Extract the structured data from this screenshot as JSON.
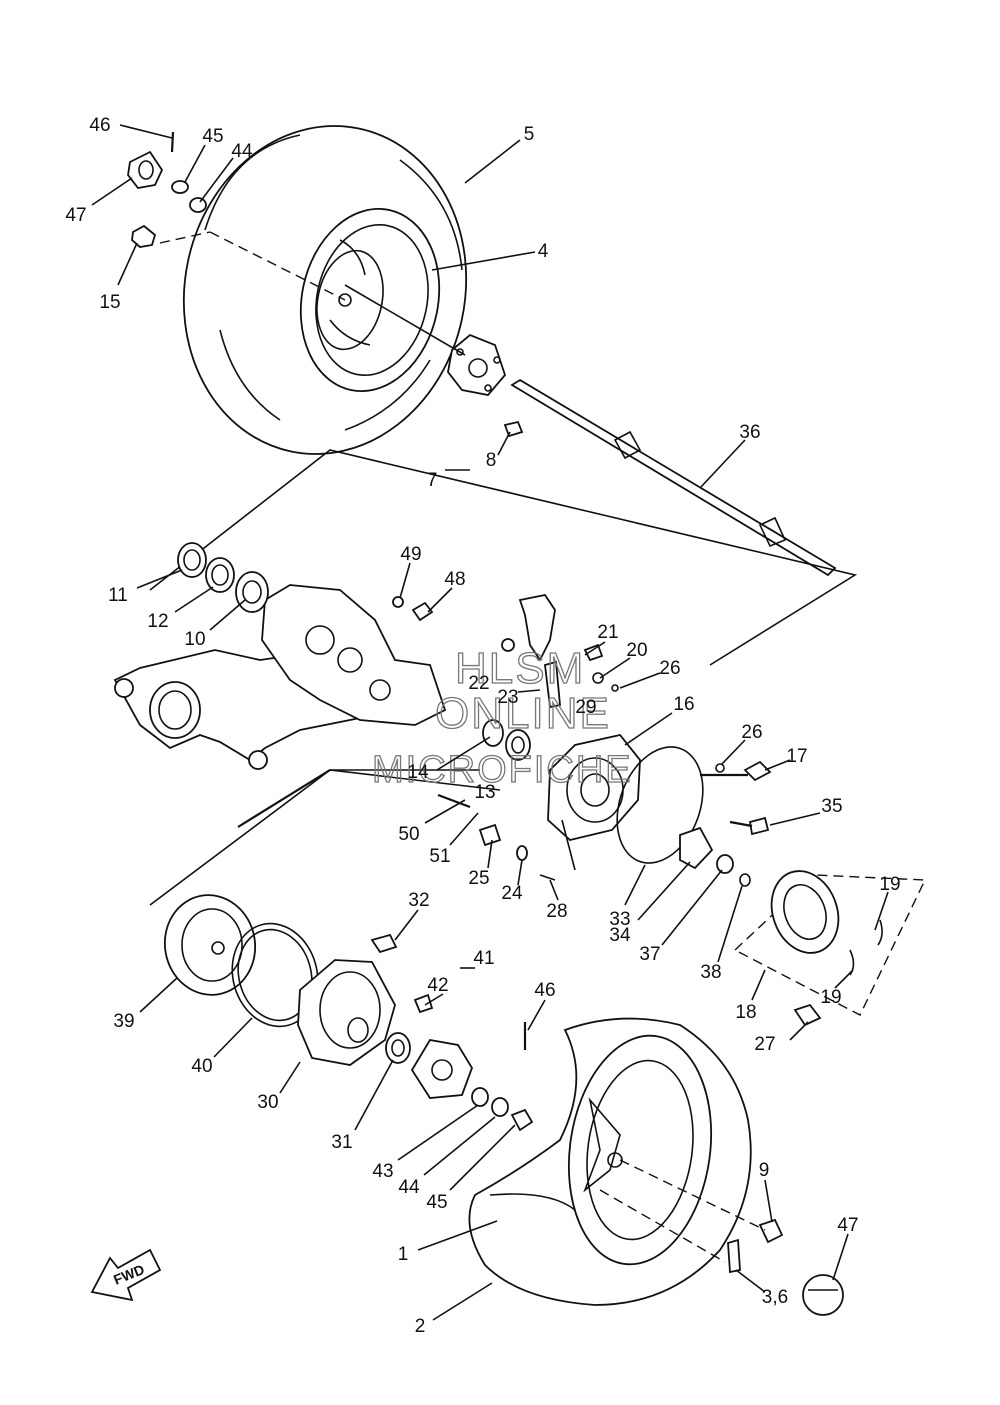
{
  "diagram": {
    "fwd_label": "FWD",
    "watermark": [
      "HLSM",
      "ONLINE",
      "MICROFICHE"
    ],
    "callouts": [
      {
        "id": "c46a",
        "text": "46"
      },
      {
        "id": "c45a",
        "text": "45"
      },
      {
        "id": "c44a",
        "text": "44"
      },
      {
        "id": "c47a",
        "text": "47"
      },
      {
        "id": "c15",
        "text": "15"
      },
      {
        "id": "c5",
        "text": "5"
      },
      {
        "id": "c4",
        "text": "4"
      },
      {
        "id": "c8",
        "text": "8"
      },
      {
        "id": "c7",
        "text": "7"
      },
      {
        "id": "c36",
        "text": "36"
      },
      {
        "id": "c49",
        "text": "49"
      },
      {
        "id": "c48",
        "text": "48"
      },
      {
        "id": "c11",
        "text": "11"
      },
      {
        "id": "c12",
        "text": "12"
      },
      {
        "id": "c10",
        "text": "10"
      },
      {
        "id": "c21",
        "text": "21"
      },
      {
        "id": "c20",
        "text": "20"
      },
      {
        "id": "c26a",
        "text": "26"
      },
      {
        "id": "c22",
        "text": "22"
      },
      {
        "id": "c23",
        "text": "23"
      },
      {
        "id": "c29",
        "text": "29"
      },
      {
        "id": "c16",
        "text": "16"
      },
      {
        "id": "c26b",
        "text": "26"
      },
      {
        "id": "c17",
        "text": "17"
      },
      {
        "id": "c14",
        "text": "14"
      },
      {
        "id": "c13",
        "text": "13"
      },
      {
        "id": "c35",
        "text": "35"
      },
      {
        "id": "c50",
        "text": "50"
      },
      {
        "id": "c51",
        "text": "51"
      },
      {
        "id": "c25",
        "text": "25"
      },
      {
        "id": "c24",
        "text": "24"
      },
      {
        "id": "c28",
        "text": "28"
      },
      {
        "id": "c33",
        "text": "33"
      },
      {
        "id": "c34",
        "text": "34"
      },
      {
        "id": "c37",
        "text": "37"
      },
      {
        "id": "c38",
        "text": "38"
      },
      {
        "id": "c19a",
        "text": "19"
      },
      {
        "id": "c19b",
        "text": "19"
      },
      {
        "id": "c18",
        "text": "18"
      },
      {
        "id": "c27",
        "text": "27"
      },
      {
        "id": "c32",
        "text": "32"
      },
      {
        "id": "c39",
        "text": "39"
      },
      {
        "id": "c40",
        "text": "40"
      },
      {
        "id": "c30",
        "text": "30"
      },
      {
        "id": "c41",
        "text": "41"
      },
      {
        "id": "c42",
        "text": "42"
      },
      {
        "id": "c46b",
        "text": "46"
      },
      {
        "id": "c31",
        "text": "31"
      },
      {
        "id": "c43",
        "text": "43"
      },
      {
        "id": "c44b",
        "text": "44"
      },
      {
        "id": "c45b",
        "text": "45"
      },
      {
        "id": "c9",
        "text": "9"
      },
      {
        "id": "c47b",
        "text": "47"
      },
      {
        "id": "c1",
        "text": "1"
      },
      {
        "id": "c36b",
        "text": "3,6"
      },
      {
        "id": "c2",
        "text": "2"
      }
    ]
  }
}
